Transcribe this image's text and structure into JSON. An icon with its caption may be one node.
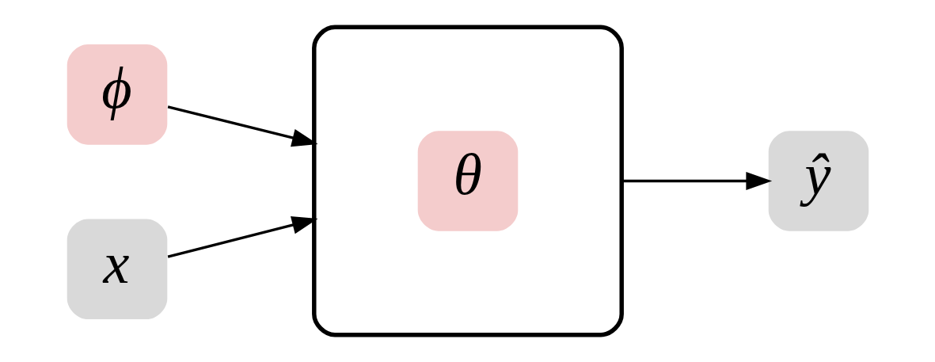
{
  "diagram": {
    "nodes": [
      {
        "text": [
          "ϕ"
        ]
      },
      {
        "text": [
          "x"
        ]
      },
      {
        "text": [],
        "shape": "box"
      },
      {
        "text": [
          "θ"
        ],
        "in": 2
      },
      {
        "text": [
          "ŷ"
        ]
      }
    ],
    "edges": [
      {
        "from": 0,
        "to": 2,
        "arrow": "to"
      },
      {
        "from": 1,
        "to": 2,
        "arrow": "to"
      },
      {
        "from": 2,
        "to": 4,
        "arrow": "to"
      }
    ]
  }
}
